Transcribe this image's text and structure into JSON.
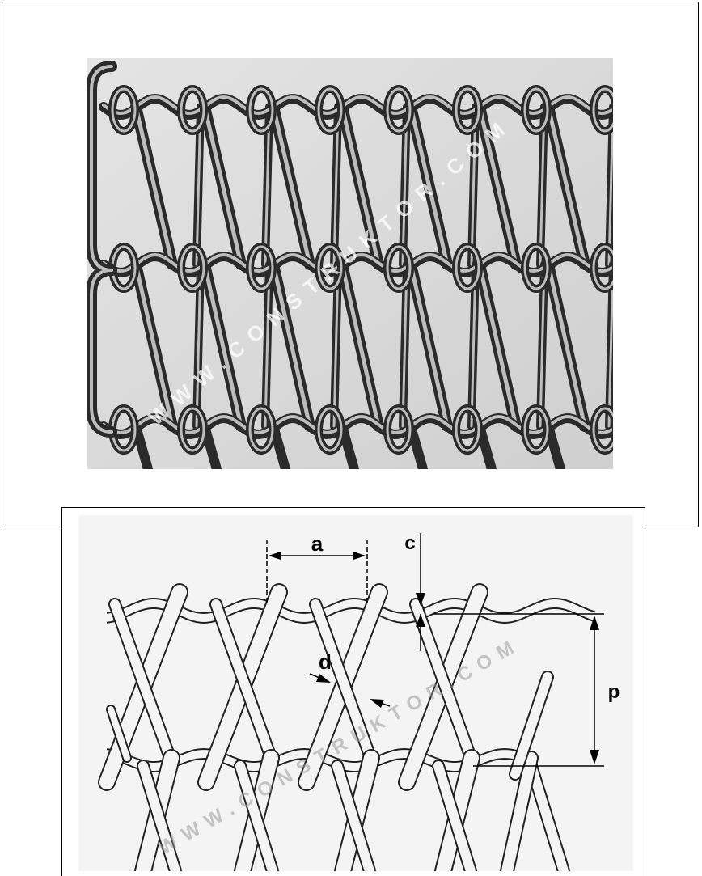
{
  "photo": {
    "watermark": "WWW.CONSTRUKTOR.COM"
  },
  "drawing": {
    "watermark": "WWW.CONSTRUKTOR.COM",
    "labels": {
      "a": "a",
      "c": "c",
      "d": "d",
      "p": "p"
    }
  }
}
